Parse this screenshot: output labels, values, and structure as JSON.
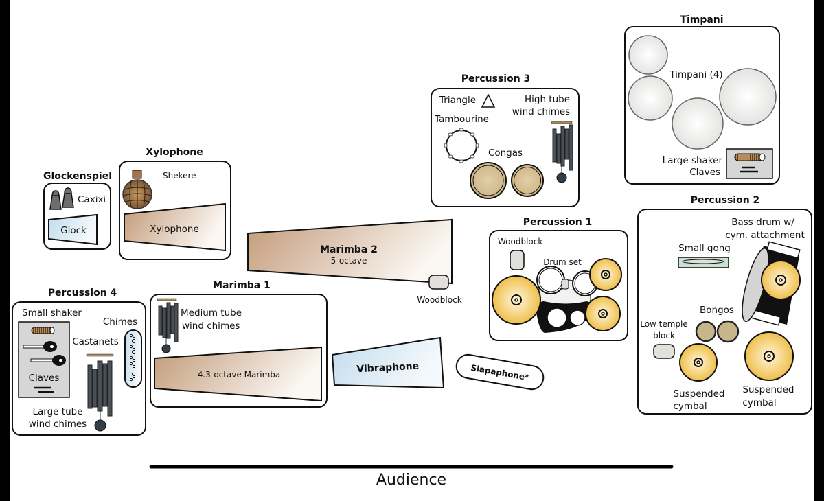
{
  "stage": {
    "audience_label": "Audience",
    "colors": {
      "wood_bar": "#c9a383",
      "metal_bar": "#cfe3ef",
      "cymbal": "#f2c860",
      "conga_head": "#d9c49a",
      "tube": "#4a5058",
      "outline": "#111111"
    }
  },
  "sections": {
    "glockenspiel": {
      "title": "Glockenspiel",
      "items": {
        "caxixi": "Caxixi",
        "glock": "Glock"
      }
    },
    "xylophone": {
      "title": "Xylophone",
      "items": {
        "shekere": "Shekere",
        "xylophone": "Xylophone"
      }
    },
    "marimba2": {
      "title": "Marimba 2",
      "subtitle": "5-octave",
      "woodblock": "Woodblock"
    },
    "percussion3": {
      "title": "Percussion 3",
      "items": {
        "triangle": "Triangle",
        "tambourine": "Tambourine",
        "congas": "Congas",
        "high_chimes_1": "High tube",
        "high_chimes_2": "wind chimes"
      }
    },
    "timpani": {
      "title": "Timpani",
      "items": {
        "timpani": "Timpani (4)",
        "shaker_1": "Large shaker",
        "shaker_2": "Claves"
      }
    },
    "percussion1": {
      "title": "Percussion 1",
      "items": {
        "woodblock": "Woodblock",
        "drumset": "Drum set"
      }
    },
    "percussion2": {
      "title": "Percussion 2",
      "items": {
        "bass_1": "Bass drum w/",
        "bass_2": "cym. attachment",
        "gong": "Small gong",
        "bongos": "Bongos",
        "temple_1": "Low temple",
        "temple_2": "block",
        "cym1_1": "Suspended",
        "cym1_2": "cymbal",
        "cym2_1": "Suspended",
        "cym2_2": "cymbal"
      }
    },
    "percussion4": {
      "title": "Percussion 4",
      "items": {
        "small_shaker": "Small shaker",
        "chimes": "Chimes",
        "castanets": "Castanets",
        "claves": "Claves",
        "large_chimes_1": "Large tube",
        "large_chimes_2": "wind chimes"
      }
    },
    "marimba1": {
      "title": "Marimba 1",
      "items": {
        "med_chimes_1": "Medium tube",
        "med_chimes_2": "wind chimes",
        "marimba": "4.3-octave Marimba"
      }
    },
    "vibraphone": {
      "label": "Vibraphone"
    },
    "slapaphone": {
      "label": "Slapaphone*"
    }
  }
}
